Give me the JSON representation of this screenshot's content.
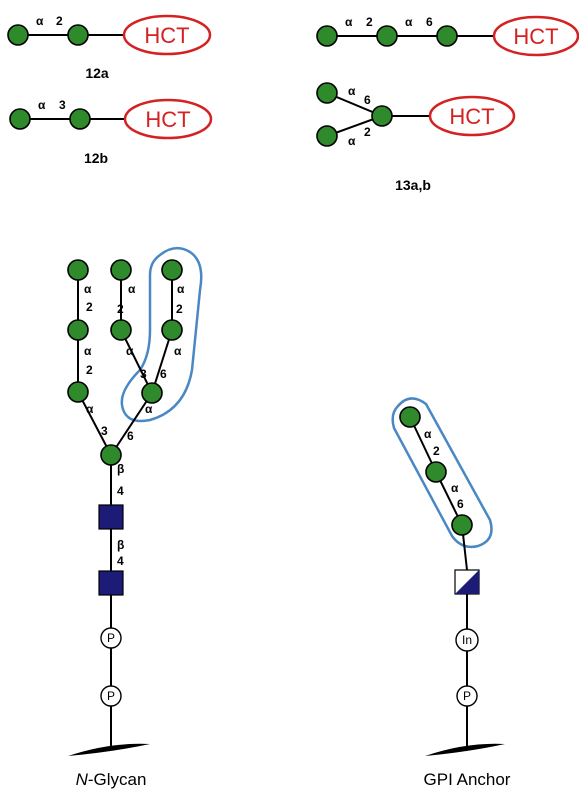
{
  "compounds": {
    "c12a": {
      "label": "12a",
      "link1_anomer": "α",
      "link1_pos": "2",
      "aglycone": "HCT"
    },
    "c12b": {
      "label": "12b",
      "link1_anomer": "α",
      "link1_pos": "3",
      "aglycone": "HCT"
    },
    "c13top": {
      "link1_anomer": "α",
      "link1_pos": "2",
      "link2_anomer": "α",
      "link2_pos": "6",
      "aglycone": "HCT"
    },
    "c13b": {
      "label": "13a,b",
      "up_anomer": "α",
      "up_pos": "6",
      "down_anomer": "α",
      "down_pos": "2",
      "aglycone": "HCT"
    }
  },
  "nglycan": {
    "title_italic": "N",
    "title_rest": "-Glycan",
    "a1": "α",
    "p1": "2",
    "a2": "α",
    "p2": "2",
    "a3": "α",
    "p3": "3",
    "b1": "α",
    "bp1": "2",
    "b2": "α",
    "bp2": "3",
    "c1": "α",
    "cp1": "2",
    "c2": "α",
    "cp2": "6",
    "c3": "α",
    "cp3": "6",
    "core_anomer": "β",
    "core_pos": "4",
    "core2_anomer": "β",
    "core2_pos": "4",
    "phosphate1": "P",
    "phosphate2": "P"
  },
  "gpi": {
    "title": "GPI Anchor",
    "a1": "α",
    "p1": "2",
    "a2": "α",
    "p2": "6",
    "inositol": "In",
    "phosphate": "P"
  },
  "colors": {
    "mannose": "#2f8a2b",
    "glcnac": "#1c1c78",
    "hct": "#d42222",
    "highlight": "#4a88c4"
  }
}
